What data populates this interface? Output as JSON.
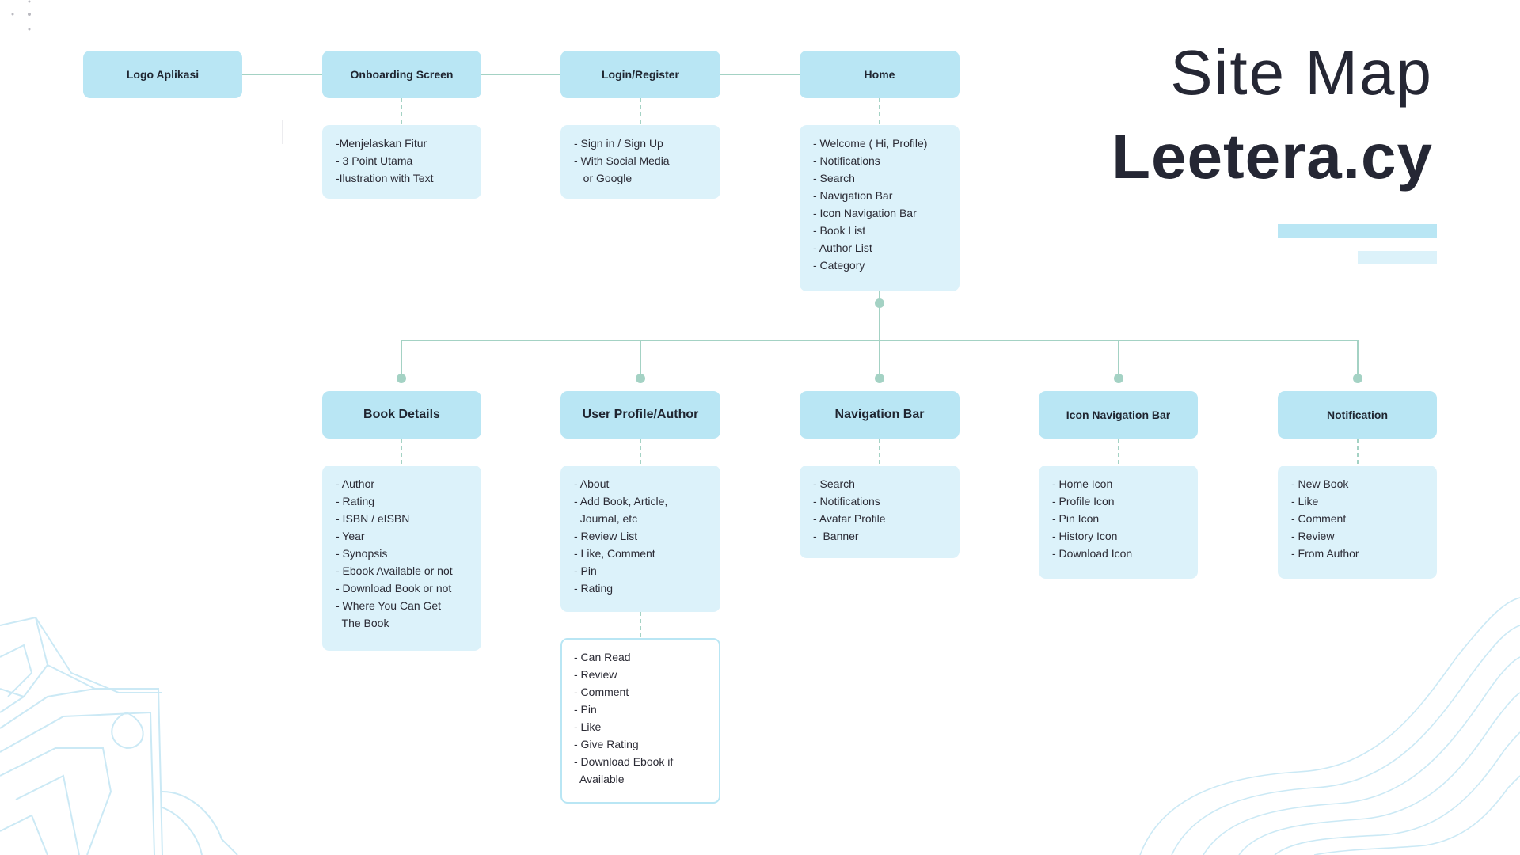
{
  "title": {
    "line1": "Site Map",
    "line2": "Leetera.cy"
  },
  "colors": {
    "node": "#b9e6f4",
    "list": "#dcf2fa",
    "connector": "#a4d2c4",
    "text": "#252734",
    "accent_bar_1": "#b9e6f4",
    "accent_bar_2": "#dcf2fa"
  },
  "top_row": [
    {
      "label": "Logo Aplikasi"
    },
    {
      "label": "Onboarding Screen",
      "items": [
        "-Menjelaskan Fitur",
        "- 3 Point Utama",
        "-Ilustration with Text"
      ]
    },
    {
      "label": "Login/Register",
      "items": [
        "- Sign in / Sign Up",
        "- With Social Media",
        "   or Google"
      ]
    },
    {
      "label": "Home",
      "items": [
        "- Welcome ( Hi, Profile)",
        "- Notifications",
        "- Search",
        "- Navigation Bar",
        "- Icon Navigation Bar",
        "- Book List",
        "- Author List",
        "- Category"
      ]
    }
  ],
  "bottom_row": [
    {
      "label": "Book Details",
      "items": [
        "- Author",
        "- Rating",
        "- ISBN / eISBN",
        "- Year",
        "- Synopsis",
        "- Ebook Available or not",
        "- Download Book or not",
        "- Where You Can Get",
        "  The Book"
      ]
    },
    {
      "label": "User Profile/Author",
      "items": [
        "- About",
        "- Add Book, Article,",
        "  Journal, etc",
        "- Review List",
        "- Like, Comment",
        "- Pin",
        "- Rating"
      ]
    },
    {
      "label": "Navigation Bar",
      "items": [
        "- Search",
        "- Notifications",
        "- Avatar Profile",
        "-  Banner"
      ]
    },
    {
      "label": "Icon Navigation Bar",
      "items": [
        "- Home Icon",
        "- Profile Icon",
        "- Pin Icon",
        "- History Icon",
        "- Download Icon"
      ]
    },
    {
      "label": "Notification",
      "items": [
        "- New Book",
        "- Like",
        "- Comment",
        "- Review",
        "- From Author"
      ]
    }
  ],
  "user_extra_items": [
    "- Can Read",
    "- Review",
    "- Comment",
    "- Pin",
    "- Like",
    "- Give Rating",
    "- Download Ebook if",
    "  Available"
  ]
}
